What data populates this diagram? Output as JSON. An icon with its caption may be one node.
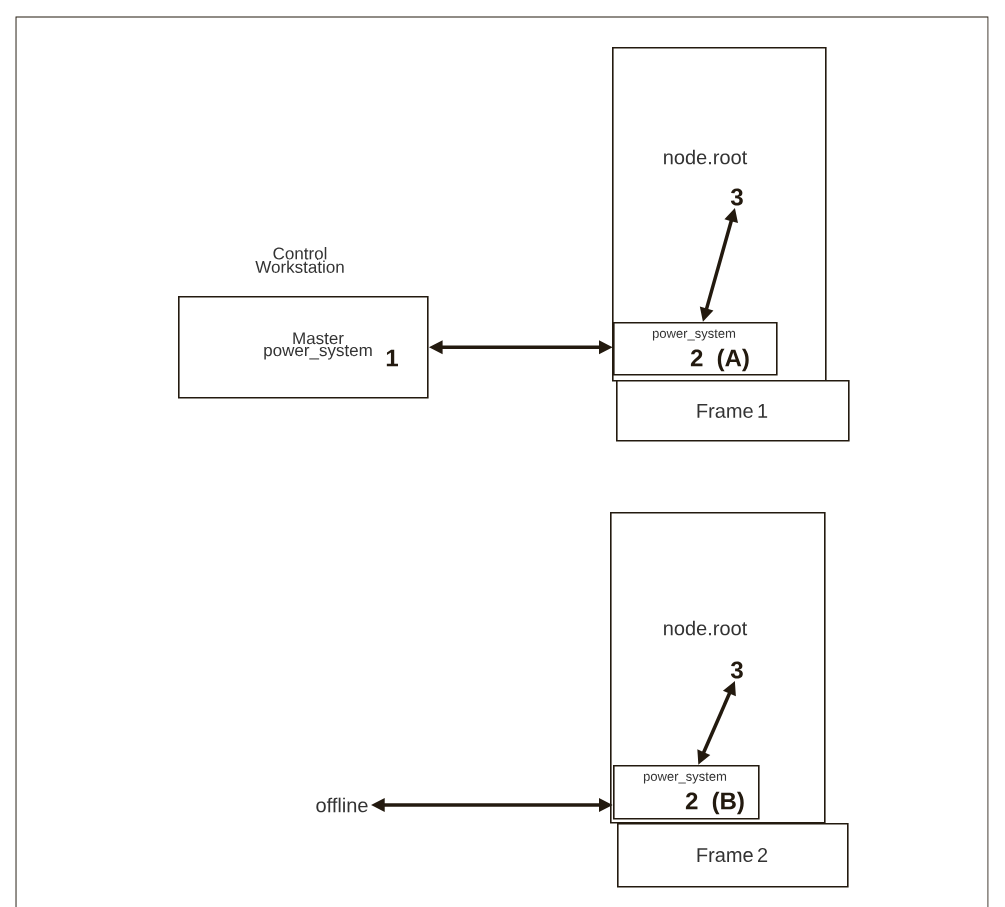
{
  "diagram": {
    "nodes": [
      {
        "text": [
          "Control Workstation",
          "Master power_system",
          "1"
        ]
      },
      {
        "text": [
          "node.root"
        ]
      },
      {
        "text": [
          "3"
        ],
        "in": 1
      },
      {
        "text": [
          "power_system",
          "2 (A)"
        ],
        "in": 1
      },
      {
        "text": [
          "Frame 1"
        ]
      },
      {
        "text": [
          "node.root"
        ]
      },
      {
        "text": [
          "3"
        ],
        "in": 5
      },
      {
        "text": [
          "power_system",
          "2 (B)"
        ],
        "in": 5
      },
      {
        "text": [
          "Frame 2"
        ]
      },
      {
        "text": [
          "offline"
        ]
      }
    ],
    "edges": [
      {
        "from": 0,
        "to": 3,
        "arrow": "both"
      },
      {
        "from": 2,
        "to": 3,
        "arrow": "both"
      },
      {
        "from": 6,
        "to": 7,
        "arrow": "both"
      },
      {
        "from": 9,
        "to": 7,
        "arrow": "both"
      }
    ]
  }
}
